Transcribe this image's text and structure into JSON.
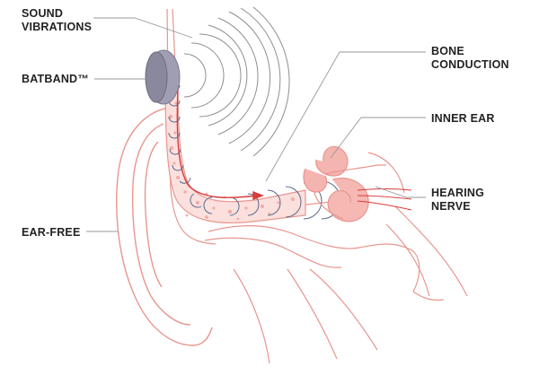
{
  "labels": {
    "sound_vibrations": [
      "SOUND",
      "VIBRATIONS"
    ],
    "batband": "BATBAND™",
    "bone_conduction": [
      "BONE",
      "CONDUCTION"
    ],
    "inner_ear": "INNER EAR",
    "hearing_nerve": [
      "HEARING",
      "NERVE"
    ],
    "ear_free": "EAR-FREE"
  },
  "colors": {
    "anatomy_outline": "#e8968f",
    "pink_fill": "#f2aaa6",
    "wave_gray": "#8f8f8f",
    "bone_wave": "#5a6a8a",
    "device_gray": "#9c9aac",
    "arrow_red": "#d83c3c",
    "text": "#222222"
  }
}
